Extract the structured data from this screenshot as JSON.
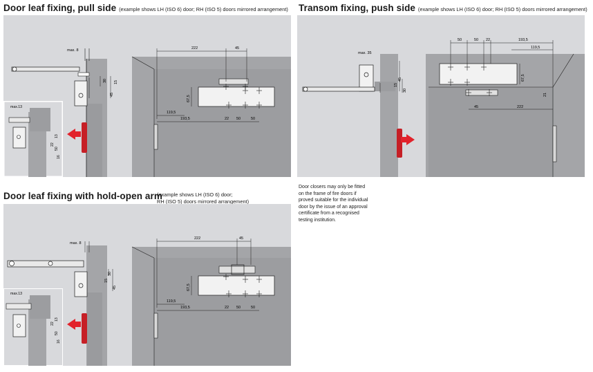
{
  "panels": {
    "pull_side": {
      "title": "Door leaf fixing, pull side",
      "note": "(example shows LH (ISO 6) door; RH (ISO 5) doors mirrored arrangement)",
      "dims": {
        "max": "max. 8",
        "max2": "max.13",
        "d222": "222",
        "d45": "45",
        "d675": "67,5",
        "d1195": "119,5",
        "d1935": "193,5",
        "d22": "22",
        "d50a": "50",
        "d50b": "50",
        "s15": "15",
        "s30": "30",
        "s45": "45",
        "s22": "22",
        "s13": "13",
        "s50": "50",
        "s16": "16"
      }
    },
    "transom": {
      "title": "Transom fixing, push side",
      "note": "(example shows LH (ISO 6) door; RH (ISO 5) doors mirrored arrangement)",
      "dims": {
        "max": "max. 35",
        "d50a": "50",
        "d50b": "50",
        "d22": "22",
        "d1935": "193,5",
        "d1195": "119,5",
        "d675": "67,5",
        "d45": "45",
        "d222": "222",
        "s45": "45",
        "s15": "15",
        "s30": "30",
        "s21": "21"
      }
    },
    "hold_open": {
      "title": "Door leaf fixing with hold-open arm",
      "note_line1": "(example shows LH (ISO 6) door;",
      "note_line2": "RH (ISO 5) doors mirrored arrangement)",
      "dims": {
        "max": "max. 8",
        "max2": "max.13",
        "d222": "222",
        "d45": "45",
        "d675": "67,5",
        "d1195": "119,5",
        "d1935": "193,5",
        "d22": "22",
        "d50a": "50",
        "d50b": "50",
        "s30": "30",
        "s15": "15",
        "s45": "45",
        "s22": "22",
        "s13": "13",
        "s50": "50",
        "s16": "16"
      }
    }
  },
  "disclaimer": "Door closers may only be fitted on the frame of fire doors if proved suitable for the individual door by the issue of an approval certificate from a recognised testing institution.",
  "colors": {
    "panel_bg": "#d8d9dc",
    "door": "#a4a5a8",
    "frame": "#9c9da0",
    "closer": "#f2f2f2",
    "arrow": "#e2222b",
    "line": "#1a1a1a"
  }
}
